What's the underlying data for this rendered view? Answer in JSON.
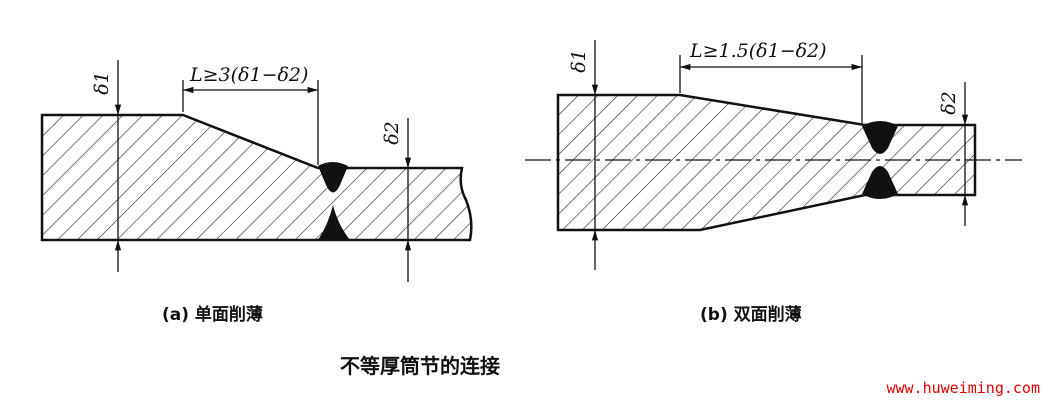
{
  "figure_a": {
    "dimension_label": "L≥3(δ1−δ2)",
    "delta1_label": "δ1",
    "delta2_label": "δ2",
    "caption": "(a) 单面削薄"
  },
  "figure_b": {
    "dimension_label": "L≥1.5(δ1−δ2)",
    "delta1_label": "δ1",
    "delta2_label": "δ2",
    "caption": "(b) 双面削薄"
  },
  "title": "不等厚筒节的连接",
  "watermark": "www.huweiming.com",
  "colors": {
    "line": "#111111",
    "watermark": "#e00000"
  }
}
